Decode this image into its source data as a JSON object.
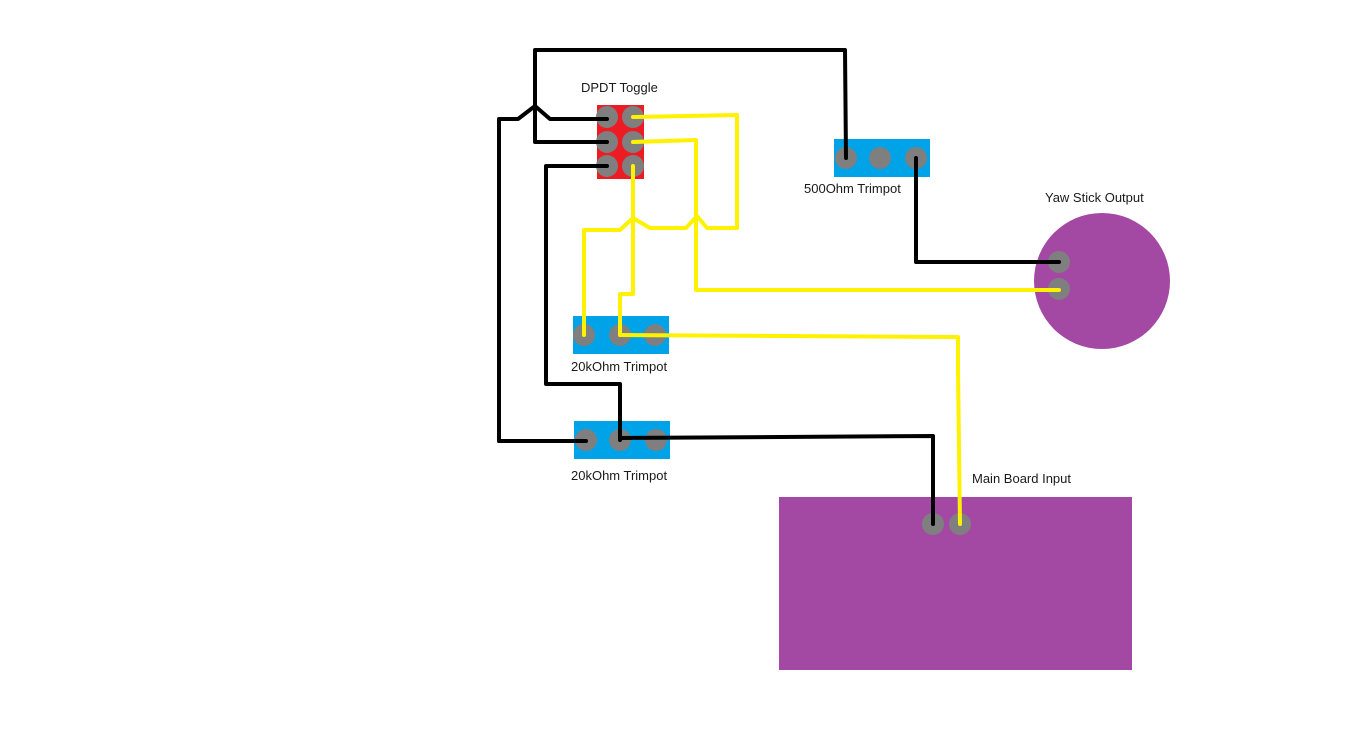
{
  "labels": {
    "dpdt": "DPDT Toggle",
    "trim500": "500Ohm Trimpot",
    "yaw": "Yaw Stick Output",
    "trim20a": "20kOhm Trimpot",
    "trim20b": "20kOhm Trimpot",
    "mainboard": "Main Board Input"
  },
  "colors": {
    "background": "#ffffff",
    "toggle_body": "#ed1c24",
    "trimpot_body": "#00a2e8",
    "yaw_body": "#a349a4",
    "mainboard_body": "#a349a4",
    "pin": "#7f7f7f",
    "wire_black": "#000000",
    "wire_yellow": "#fff200"
  }
}
